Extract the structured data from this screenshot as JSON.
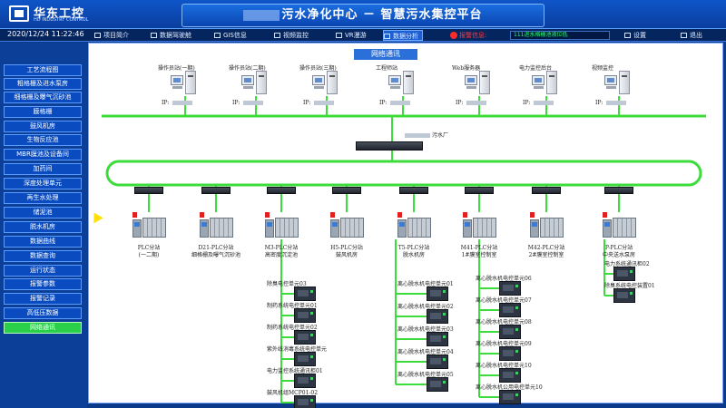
{
  "header": {
    "logo_cn": "华东工控",
    "logo_en": "HD INDUSTRY CONTROL",
    "title": "污水净化中心 － 智慧污水集控平台"
  },
  "navbar": {
    "datetime": "2020/12/24   11:22:46",
    "items": [
      {
        "label": "项目简介",
        "active": false
      },
      {
        "label": "数据驾驶舱",
        "active": false
      },
      {
        "label": "GIS信息",
        "active": false
      },
      {
        "label": "视频监控",
        "active": false
      },
      {
        "label": "VR漫游",
        "active": false
      },
      {
        "label": "数据分析",
        "active": true
      },
      {
        "label": "设置",
        "active": false
      },
      {
        "label": "退出",
        "active": false
      }
    ],
    "alarm_label": "报警信息:",
    "alarm_text": "111进水格栅池液位低"
  },
  "sidebar": {
    "items": [
      "工艺流程图",
      "粗格栅及进水泵房",
      "细格栅及曝气沉砂池",
      "膜格栅",
      "鼓风机房",
      "生物反应池",
      "MBR膜池及设备间",
      "加药间",
      "深度处理单元",
      "再生水处理",
      "储泥池",
      "脱水机房",
      "数据曲线",
      "数据查询",
      "运行状态",
      "报警参数",
      "报警记录",
      "高低压数据",
      "网络通讯"
    ],
    "selected": "网络通讯"
  },
  "main": {
    "title": "网络通讯",
    "switch_label": "污水厂",
    "ip_prefix": "IP:",
    "pcs": [
      "操作员站(一期)",
      "操作员站(二期)",
      "操作员站(三期)",
      "工程师站",
      "Web服务器",
      "电力监控后台",
      "视频监控"
    ],
    "plcs": [
      {
        "l1": "PLC分站",
        "l2": "(一二期)"
      },
      {
        "l1": "D21-PLC分站",
        "l2": "细格栅及曝气沉砂池"
      },
      {
        "l1": "M3-PLC分站",
        "l2": "高密度沉淀池"
      },
      {
        "l1": "H5-PLC分站",
        "l2": "鼓风机房"
      },
      {
        "l1": "T5-PLC分站",
        "l2": "脱水机房"
      },
      {
        "l1": "M41-PLC分站",
        "l2": "1#膜室控制室"
      },
      {
        "l1": "M42-PLC分站",
        "l2": "2#膜室控制室"
      },
      {
        "l1": "P-PLC分站",
        "l2": "中央送水泵房"
      }
    ],
    "col1_units": [
      "除臭电控单元03",
      "制药系统电控单元01",
      "制药系统电控单元02",
      "紫外线消毒系统电控单元",
      "电力监控系统通讯柜01",
      "鼓风机组MCP01-02"
    ],
    "col2_units": [
      "离心脱水机电控单元01",
      "离心脱水机电控单元02",
      "离心脱水机电控单元03",
      "离心脱水机电控单元04",
      "离心脱水机电控单元05"
    ],
    "col3_units": [
      "离心脱水机电控单元06",
      "离心脱水机电控单元07",
      "离心脱水机电控单元08",
      "离心脱水机电控单元09",
      "离心脱水机电控单元10",
      "离心脱水机公用电控单元10"
    ],
    "col4_units": [
      "电力系统通讯柜02",
      "除臭系统电控装置01"
    ]
  },
  "colors": {
    "network_line": "#3ddc3d",
    "header_bg": "#0e55c8",
    "sidebar_selected": "#2ad04a",
    "alarm_red": "#ff3b3b",
    "alarm_text": "#2cff6a"
  }
}
